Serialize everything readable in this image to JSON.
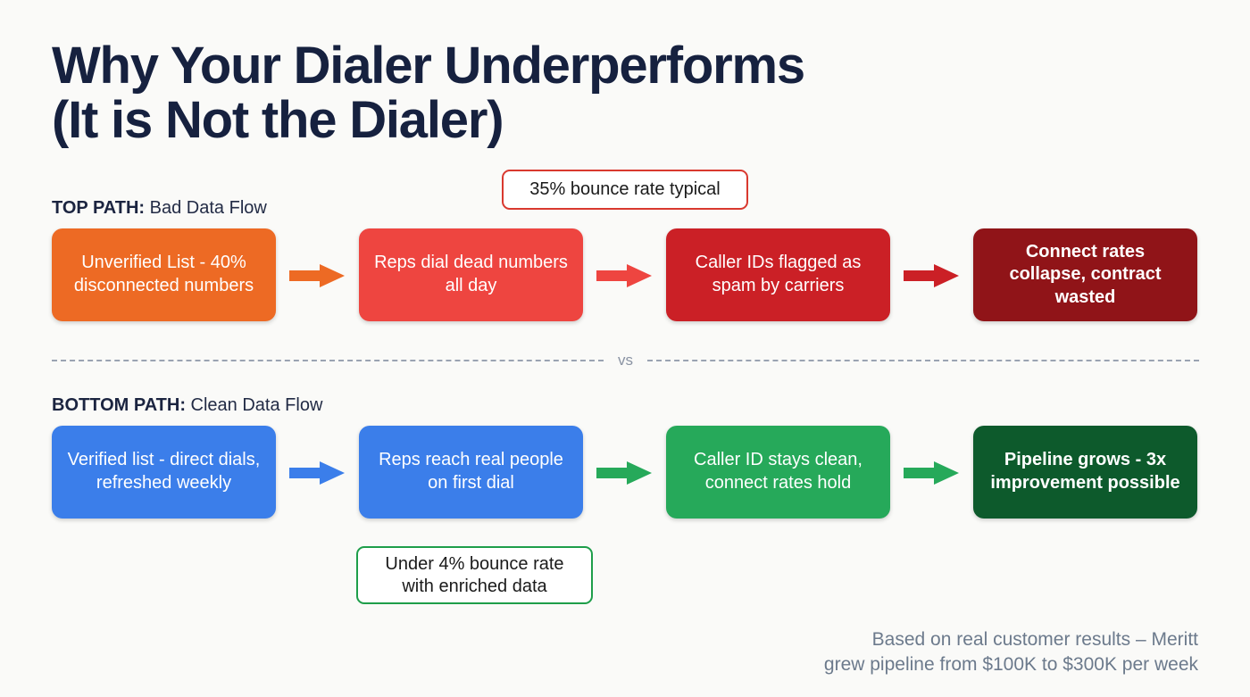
{
  "page": {
    "background_color": "#FAFAF8",
    "title_line1": "Why Your Dialer Underperforms",
    "title_line2": "(It is Not the Dialer)",
    "title_color": "#16213F"
  },
  "top_path": {
    "label_strong": "TOP PATH:",
    "label_rest": " Bad Data Flow",
    "badge": "35% bounce rate typical",
    "badge_border_color": "#D9392F",
    "nodes": [
      {
        "text": "Unverified List - 40% disconnected numbers",
        "color": "#ED6A24",
        "bold": false
      },
      {
        "text": "Reps dial dead numbers all day",
        "color": "#EE4540",
        "bold": false
      },
      {
        "text": "Caller IDs flagged as spam by carriers",
        "color": "#CB2026",
        "bold": false
      },
      {
        "text": "Connect rates collapse, contract wasted",
        "color": "#901418",
        "bold": true
      }
    ],
    "arrows": [
      {
        "color": "#ED6A24",
        "name": "arrow-right-orange"
      },
      {
        "color": "#EE4540",
        "name": "arrow-right-red"
      },
      {
        "color": "#CB2026",
        "name": "arrow-right-dark-red"
      }
    ]
  },
  "divider": {
    "vs_label": "vs",
    "line_color": "#9AA3B2",
    "vs_color": "#8A93A3"
  },
  "bottom_path": {
    "label_strong": "BOTTOM PATH:",
    "label_rest": " Clean Data Flow",
    "badge": "Under 4% bounce rate with enriched data",
    "badge_border_color": "#1E9E4A",
    "nodes": [
      {
        "text": "Verified list - direct dials, refreshed weekly",
        "color": "#3B7EEA",
        "bold": false
      },
      {
        "text": "Reps reach real people on first dial",
        "color": "#3B7EEA",
        "bold": false
      },
      {
        "text": "Caller ID stays clean, connect rates hold",
        "color": "#26A95A",
        "bold": false
      },
      {
        "text": "Pipeline grows - 3x improvement possible",
        "color": "#0D5A2C",
        "bold": true
      }
    ],
    "arrows": [
      {
        "color": "#3B7EEA",
        "name": "arrow-right-blue"
      },
      {
        "color": "#26A95A",
        "name": "arrow-right-green"
      },
      {
        "color": "#26A95A",
        "name": "arrow-right-green"
      }
    ]
  },
  "footer": {
    "line1": "Based on real customer results – Meritt",
    "line2": "grew pipeline from $100K to $300K per week",
    "color": "#6C7A8C"
  }
}
